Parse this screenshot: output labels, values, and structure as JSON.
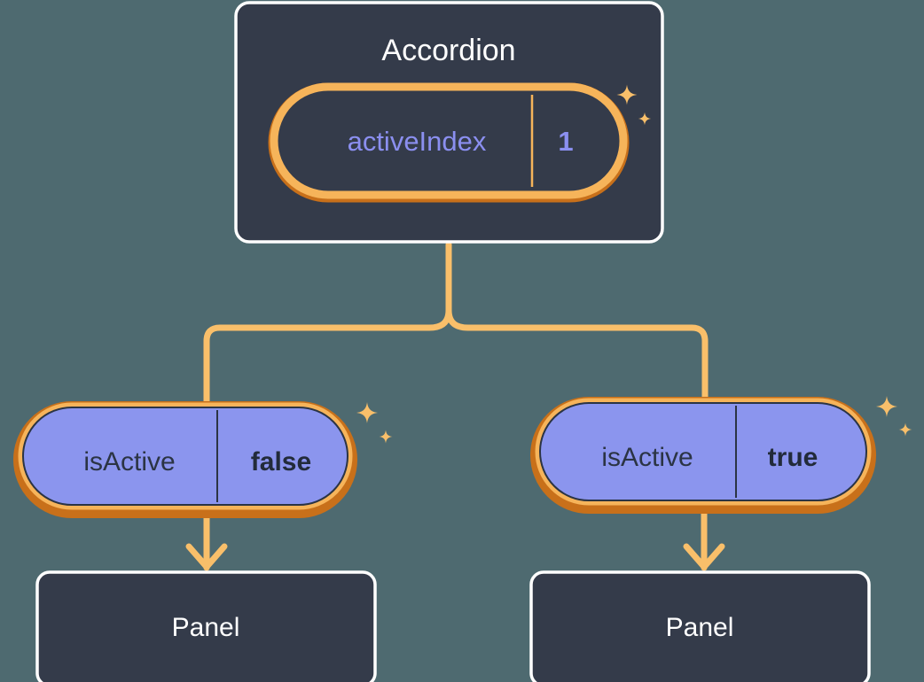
{
  "diagram": {
    "type": "component-tree",
    "background_color": "#4e6a70",
    "title_text": "Accordion"
  },
  "colors": {
    "background": "#4e6a70",
    "card_fill": "#343b4a",
    "card_border": "#ffffff",
    "pill_ring_light": "#f6b45a",
    "pill_ring_dark": "#c8701a",
    "pill_fill_purple": "#8b95ee",
    "pill_fill_dark": "#343b4a",
    "connector": "#f9bf6a",
    "sparkle": "#f9bf6a",
    "text_light": "#ffffff",
    "text_periwinkle": "#8b8ff0",
    "text_dark": "#2b3444",
    "divider_amber": "#f6b45a",
    "divider_dark": "#2b3444"
  },
  "root_node": {
    "name": "accordion-component",
    "label": "Accordion",
    "prop": {
      "key": "activeIndex",
      "value": "1",
      "highlighted": true
    },
    "sparkle": "sparkle-icon"
  },
  "children": [
    {
      "name": "panel-left",
      "prop": {
        "key": "isActive",
        "value": "false",
        "highlighted": true
      },
      "panel_label": "Panel",
      "sparkle": "sparkle-icon"
    },
    {
      "name": "panel-right",
      "prop": {
        "key": "isActive",
        "value": "true",
        "highlighted": true
      },
      "panel_label": "Panel",
      "sparkle": "sparkle-icon"
    }
  ]
}
